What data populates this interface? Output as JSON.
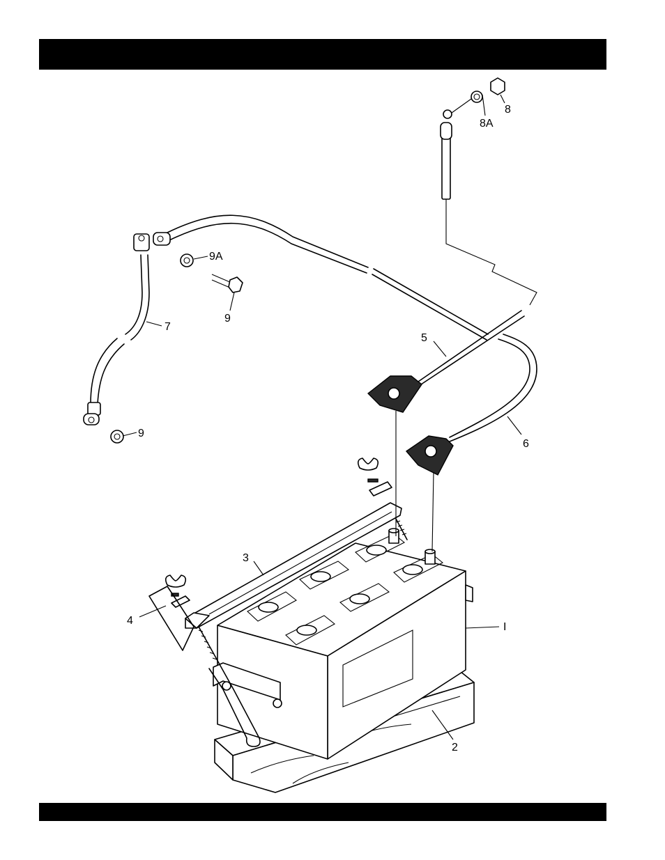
{
  "header": {
    "title": ""
  },
  "footer": {
    "text": ""
  },
  "callouts": {
    "battery": "I",
    "wood_base": "2",
    "hold_down_bar": "3",
    "hold_down_rod": "4",
    "cable_positive": "5",
    "cable_negative": "6",
    "ground_cable": "7",
    "nut": "8",
    "washer_8a": "8A",
    "bolt_upper": "9",
    "lockwasher_9a": "9A",
    "lockwasher_lower": "9"
  }
}
